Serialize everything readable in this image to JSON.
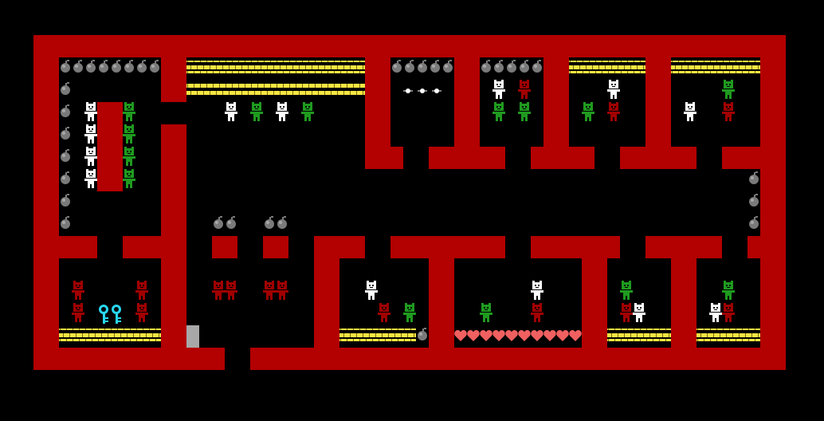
{
  "screen": {
    "background": "#000000",
    "wall_color": "#b30000",
    "title": ""
  },
  "colors": {
    "wall": "#b30000",
    "brick": "#f5e642",
    "brick_mortar": "#7a6a10",
    "bomb": "#7a7a7a",
    "bomb_dark": "#3a3a3a",
    "player_white": "#ffffff",
    "enemy_green": "#1f9a1f",
    "enemy_red": "#a00000",
    "key": "#28d6f0",
    "heart": "#f06060",
    "door": "#a8a8a8",
    "gem": "#ffffff"
  },
  "legend_icons": {
    "bomb": "bomb-icon",
    "brick": "yellow-brick-tile",
    "white_creature": "white-creature-sprite",
    "green_creature": "green-creature-sprite",
    "red_creature": "red-creature-sprite",
    "key": "key-icon",
    "heart": "heart-icon",
    "door": "grey-door-tile",
    "sparkle": "sparkle-gem-icon"
  },
  "collectibles": {
    "keys_visible": 2,
    "hearts_visible": 10
  }
}
